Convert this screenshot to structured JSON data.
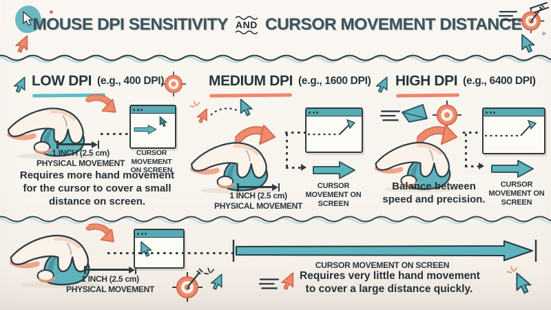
{
  "title": {
    "part1": "MOUSE DPI SENSITIVITY",
    "conjunction": "AND",
    "part2": "CURSOR MOVEMENT DISTANCE"
  },
  "sections": {
    "low": {
      "heading": "LOW DPI",
      "example": "(e.g., 400 DPI)",
      "physical_line1": "1 INCH (2.5 cm)",
      "physical_line2": "PHYSICAL MOVEMENT",
      "screen_label": "CURSOR MOVEMENT ON SCREEN",
      "description": "Requires more hand movement for the cursor to cover a small distance on screen."
    },
    "medium": {
      "heading": "MEDIUM DPI",
      "example": "(e.g., 1600 DPI)",
      "physical_line1": "1 INCH (2.5 cm)",
      "physical_line2": "PHYSICAL MOVEMENT",
      "screen_label": "CURSOR MOVEMENT ON SCREEN"
    },
    "high": {
      "heading": "HIGH DPI",
      "example": "(e.g., 6400 DPI)",
      "screen_label": "CURSOR MOVEMENT ON SCREEN",
      "description": "Balance between speed and precision."
    },
    "summary": {
      "physical_line1": "1 INCH (2.5 cm)",
      "physical_line2": "PHYSICAL MOVEMENT",
      "screen_label": "CURSOR MOVEMENT ON SCREEN",
      "description_line1": "Requires very little hand movement",
      "description_line2": "to cover a large distance quickly."
    }
  },
  "icons": {
    "cursor_pointer": "svg-arrow-pointer",
    "bullseye_target": "svg-concentric-circles",
    "bullseye_target_with_dart": "svg-concentric-circles-arrow",
    "curved_arrow": "svg-thick-curved-arrow",
    "speed_lines": "svg-three-dashes",
    "sparkle": "svg-radiating-dashes",
    "app_window": "css-window-with-titlebar",
    "hand_on_mouse": "svg-hand-mouse-illustration"
  },
  "colors": {
    "teal": "#5fb3bc",
    "teal_dark": "#2c5a64",
    "teal_titlebar": "#57aab3",
    "salmon": "#ef8a6c",
    "salmon_dark": "#cf6a4e",
    "ink": "#2e3b42",
    "skin": "#fbf3e9",
    "skin_shadow": "#f09d7e",
    "text": "#26343c",
    "background": "#f8f4ee",
    "underline_low": "#5fbdc5",
    "underline_medium": "#f0876c",
    "underline_high": "#f0876c"
  }
}
